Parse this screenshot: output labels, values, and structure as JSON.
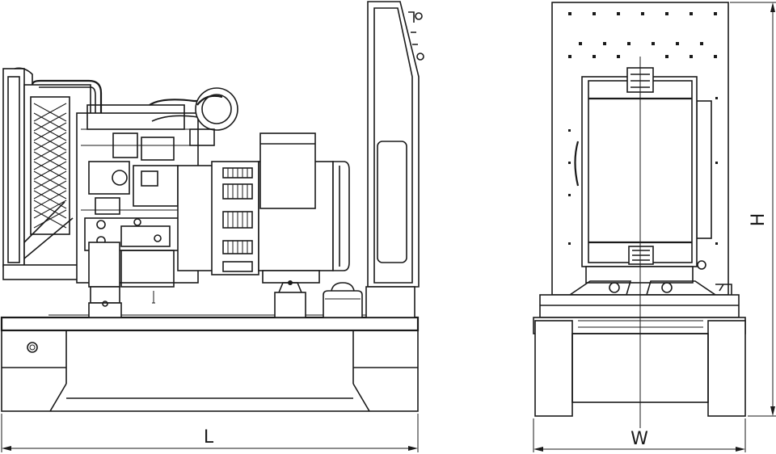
{
  "diagram": {
    "views": [
      {
        "name": "side",
        "dimension_label": "L"
      },
      {
        "name": "front",
        "width_label": "W",
        "height_label": "H"
      }
    ],
    "line_color": "#1a1a1a",
    "background": "#ffffff"
  }
}
